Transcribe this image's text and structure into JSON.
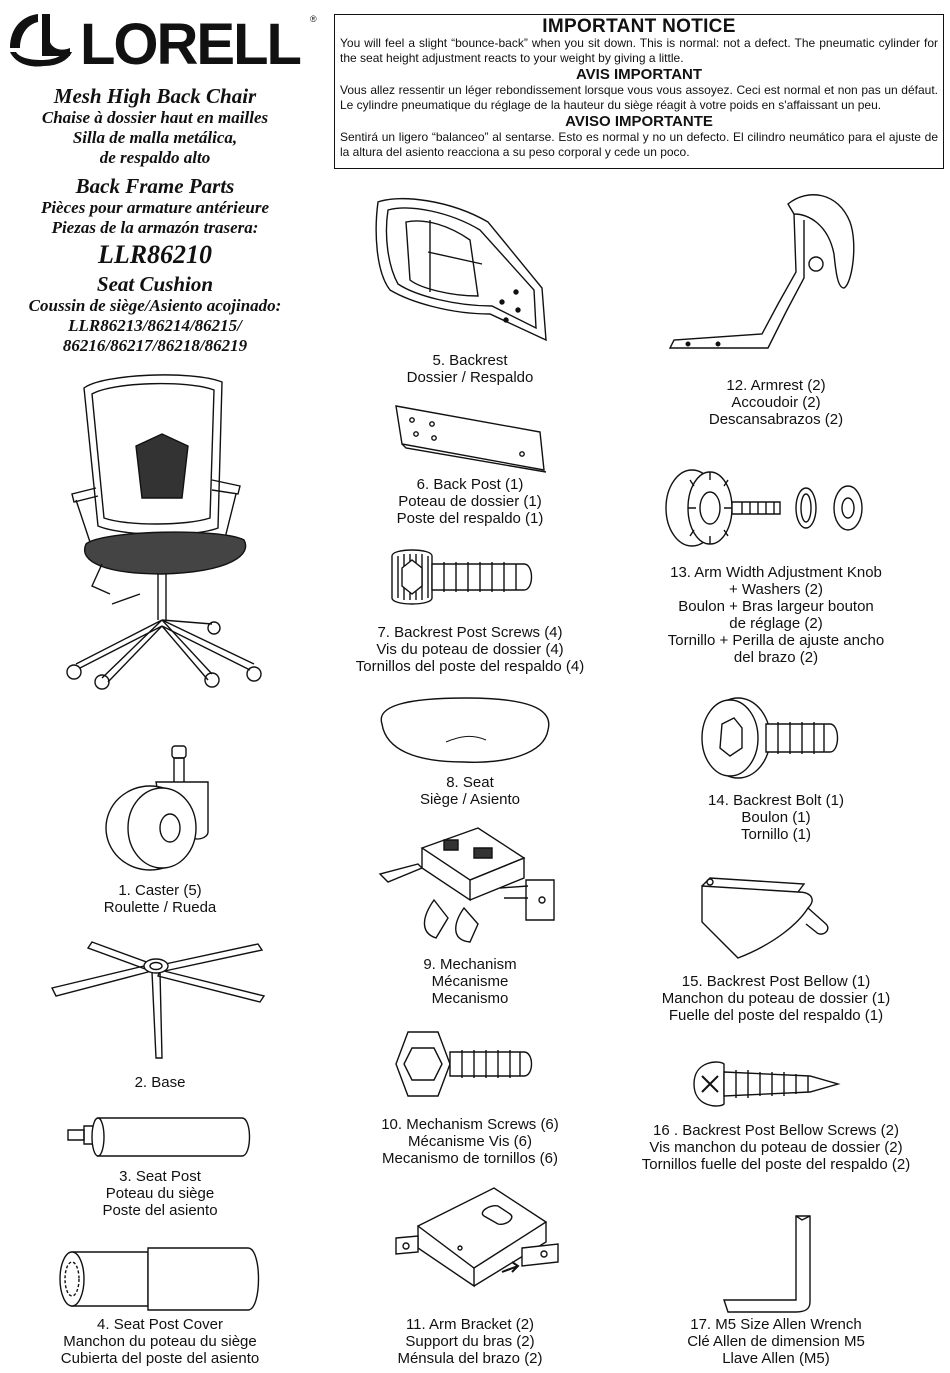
{
  "brand": {
    "name": "LORELL",
    "registered": "®"
  },
  "title": {
    "en": "Mesh High Back Chair",
    "fr": "Chaise à dossier haut en mailles",
    "es_1": "Silla de malla metálica,",
    "es_2": "de respaldo alto",
    "section_en": "Back Frame Parts",
    "section_fr": "Pièces pour armature antérieure",
    "section_es": "Piezas de la armazón trasera:",
    "model": "LLR86210",
    "cushion_en": "Seat Cushion",
    "cushion_fr_es": "Coussin de siège/Asiento acojinado:",
    "cushion_models_1": "LLR86213/86214/86215/",
    "cushion_models_2": "86216/86217/86218/86219"
  },
  "notice": {
    "en_title": "IMPORTANT NOTICE",
    "en_text": "You will feel a slight “bounce-back” when you sit down. This is normal: not a defect. The pneumatic cylinder for the seat height adjustment reacts to your weight by giving a little.",
    "fr_title": "AVIS IMPORTANT",
    "fr_text": "Vous allez ressentir un léger rebondissement lorsque vous vous assoyez. Ceci est normal et non pas un défaut. Le cylindre pneumatique du réglage de la hauteur du siège réagit à votre poids en s'affaissant un peu.",
    "es_title": "AVISO IMPORTANTE",
    "es_text": "Sentirá un ligero “balanceo” al sentarse. Esto es normal y no un defecto. El cilindro neumático para el ajuste de la altura del asiento reacciona a su peso corporal y cede un poco."
  },
  "parts": {
    "p1": [
      "1. Caster (5)",
      "Roulette / Rueda"
    ],
    "p2": [
      "2. Base"
    ],
    "p3": [
      "3. Seat Post",
      "Poteau du siège",
      "Poste del asiento"
    ],
    "p4": [
      "4. Seat Post Cover",
      "Manchon du poteau du siège",
      "Cubierta del poste del asiento"
    ],
    "p5": [
      "5. Backrest",
      "Dossier / Respaldo"
    ],
    "p6": [
      "6. Back Post (1)",
      "Poteau de dossier (1)",
      "Poste del respaldo (1)"
    ],
    "p7": [
      "7. Backrest Post Screws (4)",
      "Vis du poteau de dossier (4)",
      "Tornillos del poste del respaldo (4)"
    ],
    "p8": [
      "8. Seat",
      "Siège / Asiento"
    ],
    "p9": [
      "9. Mechanism",
      "Mécanisme",
      "Mecanismo"
    ],
    "p10": [
      "10. Mechanism Screws (6)",
      "Mécanisme Vis (6)",
      "Mecanismo de tornillos (6)"
    ],
    "p11": [
      "11. Arm Bracket (2)",
      "Support du bras (2)",
      "Ménsula del brazo (2)"
    ],
    "p12": [
      "12. Armrest (2)",
      "Accoudoir (2)",
      "Descansabrazos (2)"
    ],
    "p13": [
      "13. Arm Width Adjustment Knob",
      "+ Washers (2)",
      "Boulon + Bras largeur bouton",
      "de réglage (2)",
      "Tornillo + Perilla de ajuste ancho",
      "del brazo (2)"
    ],
    "p14": [
      "14. Backrest Bolt (1)",
      "Boulon (1)",
      "Tornillo (1)"
    ],
    "p15": [
      "15. Backrest Post Bellow (1)",
      "Manchon du poteau de dossier (1)",
      "Fuelle del poste del respaldo (1)"
    ],
    "p16": [
      "16 . Backrest Post Bellow Screws (2)",
      "Vis manchon du poteau de dossier (2)",
      "Tornillos fuelle del poste del respaldo (2)"
    ],
    "p17": [
      "17. M5 Size Allen Wrench",
      "Clé Allen de dimension M5",
      "Llave Allen (M5)"
    ]
  }
}
